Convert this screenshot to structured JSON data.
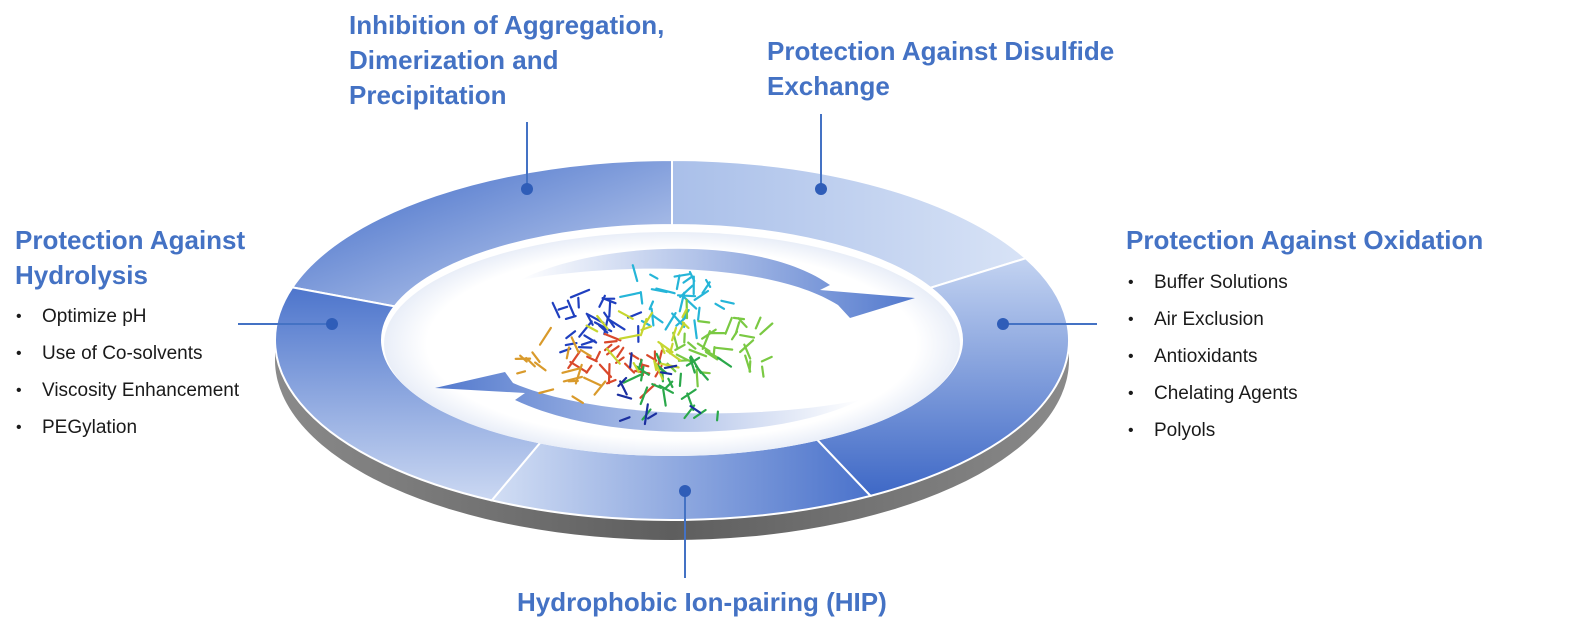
{
  "sections": {
    "aggregation": {
      "title_lines": [
        "Inhibition of Aggregation,",
        "Dimerization and",
        "Precipitation"
      ]
    },
    "disulfide": {
      "title_lines": [
        "Protection Against Disulfide",
        "Exchange"
      ]
    },
    "hydrolysis": {
      "title_lines": [
        "Protection Against",
        "Hydrolysis"
      ],
      "bullets": [
        "Optimize pH",
        "Use of Co-solvents",
        "Viscosity Enhancement",
        "PEGylation"
      ]
    },
    "oxidation": {
      "title_lines": [
        "Protection Against Oxidation"
      ],
      "bullets": [
        "Buffer Solutions",
        "Air Exclusion",
        "Antioxidants",
        "Chelating Agents",
        "Polyols"
      ]
    },
    "hip": {
      "title_lines": [
        "Hydrophobic Ion-pairing (HIP)"
      ]
    }
  },
  "colors": {
    "accent": "#4472c4",
    "ring_dark": "#3f6ac8",
    "ring_light": "#c9d7f2",
    "ring_side": "#7a7a7a"
  },
  "icons": {
    "center": "protein-molecule-icon",
    "arrows": "cycle-arrows-icon"
  }
}
